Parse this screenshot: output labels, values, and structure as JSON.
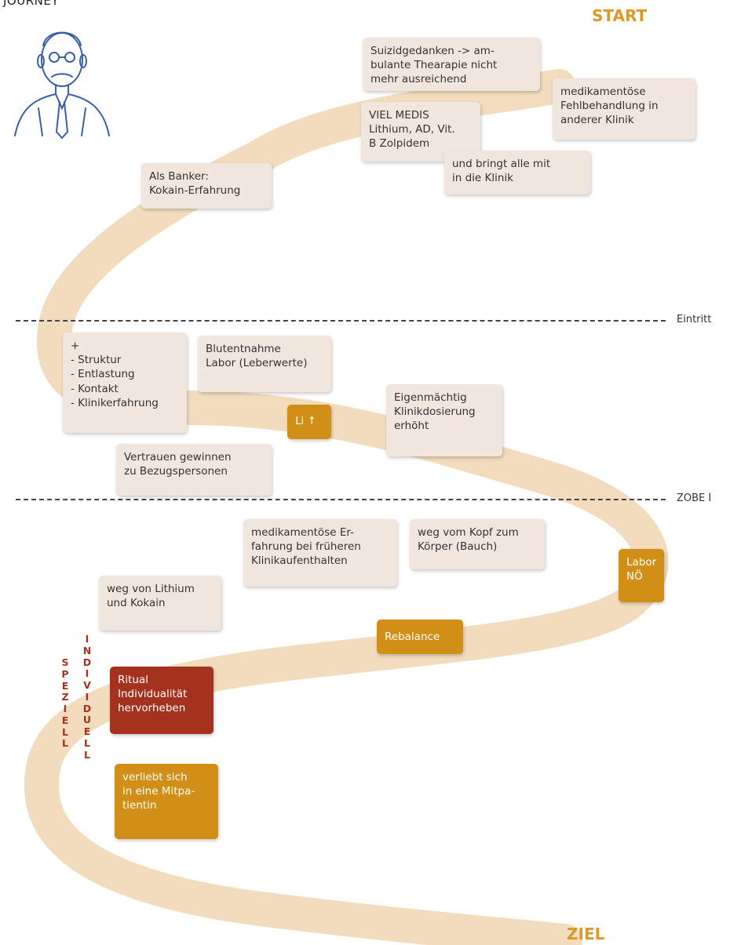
{
  "header": {
    "journey": "JOURNEY",
    "start": "START",
    "ziel": "ZIEL"
  },
  "divider_labels": {
    "eintritt": "Eintritt",
    "zobe": "ZOBE I"
  },
  "notes": {
    "suizid": "Suizidgedanken -> am-\nbulante Thearapie nicht\nmehr ausreichend",
    "fehlbehandlung": " medikamentöse\nFehlbehandlung in\nanderer Klinik",
    "viel_medis": "VIEL MEDIS\nLithium, AD, Vit.\nB Zolpidem",
    "bringt_mit": "und bringt alle mit\nin die Klinik",
    "banker": "Als Banker:\nKokain-Erfahrung",
    "struktur": "+\n- Struktur\n- Entlastung\n- Kontakt\n- Klinikerfahrung",
    "blutentnahme": "Blutentnahme\nLabor (Leberwerte)",
    "li": "Li  ↑",
    "eigenmaechtig": "Eigenmächtig\nKlinikdosierung\nerhöht",
    "vertrauen": "Vertrauen gewinnen\nzu Bezugspersonen",
    "erfahrung": "medikamentöse Er-\nfahrung bei früheren\nKlinikaufenthalten",
    "kopf": "weg vom Kopf zum\nKörper (Bauch)",
    "labor_no": "Labor\nNÖ",
    "lithium_kokain": "weg von Lithium\nund Kokain",
    "rebalance": "Rebalance",
    "ritual": "Ritual\nIndividualität\nhervorheben",
    "verliebt": "verliebt sich\nin eine Mitpa-\ntientin"
  },
  "vertical_words": {
    "speziell": [
      "S",
      "P",
      "E",
      "Z",
      "I",
      "E",
      "L",
      "L"
    ],
    "individuell": [
      "I",
      "N",
      "D",
      "I",
      "V",
      "I",
      "D",
      "U",
      "E",
      "L",
      "L"
    ]
  },
  "colors": {
    "road": "#f2dcbd",
    "beige": "#f1e6de",
    "gold": "#d18f17",
    "red": "#a5321f",
    "title": "#d99a2b"
  }
}
